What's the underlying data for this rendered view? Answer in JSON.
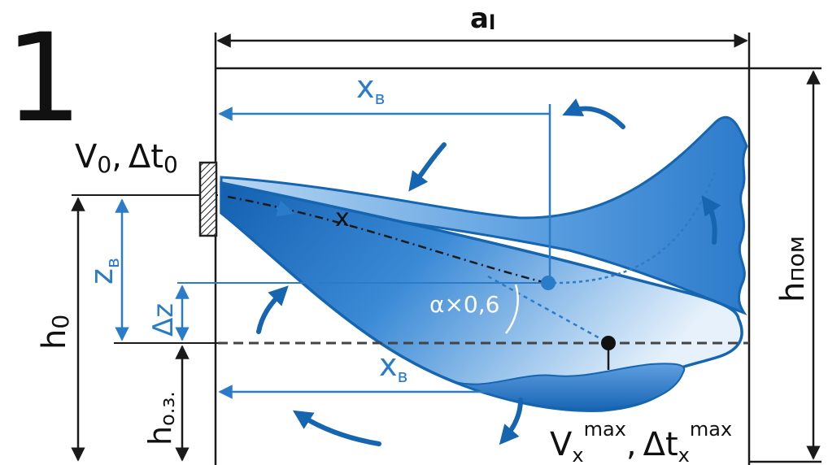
{
  "figure": {
    "number": "1",
    "labels": {
      "room_width": "a",
      "room_width_sub": "l",
      "room_height": "h",
      "room_height_sub": "пом",
      "inlet_velocity": "V",
      "inlet_velocity_sub": "0",
      "inlet_dt": "Δt",
      "inlet_dt_sub": "0",
      "comma": ",",
      "inlet_height": "h",
      "inlet_height_sub": "0",
      "zone_height": "h",
      "zone_height_sub": "о.з.",
      "xb_top": "x",
      "xb_top_sub": "в",
      "xb_bottom": "x",
      "xb_bottom_sub": "в",
      "zb": "z",
      "zb_sub": "в",
      "dz": "Δz",
      "angle": "α×0,6",
      "axis_x": "x",
      "vmax": "V",
      "vmax_sub": "x",
      "vmax_sup": "max",
      "dtmax": "Δt",
      "dtmax_sub": "x",
      "dtmax_sup": "max"
    },
    "colors": {
      "blue_dark": "#1565b0",
      "blue_mid": "#2e7fd0",
      "blue_light": "#9fc8ee",
      "line_black": "#1a1a1a",
      "dim_blue": "#2b7cc8"
    }
  }
}
